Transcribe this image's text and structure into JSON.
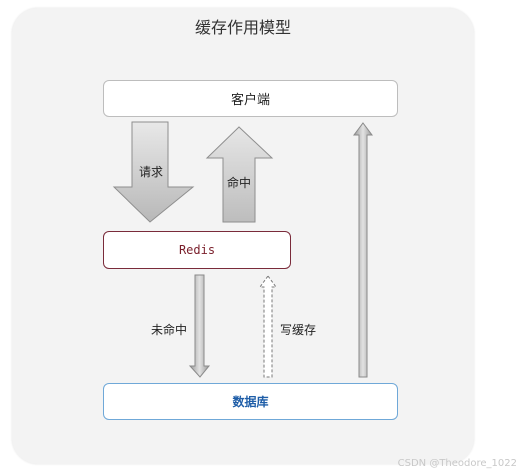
{
  "diagram": {
    "title": "缓存作用模型",
    "nodes": {
      "client": "客户端",
      "redis": "Redis",
      "database": "数据库"
    },
    "edges": {
      "request": "请求",
      "hit": "命中",
      "miss": "未命中",
      "write_cache": "写缓存"
    }
  },
  "watermark": "CSDN @Theodore_1022",
  "colors": {
    "panel_bg": "#f3f3f3",
    "arrow_fill": "#cfcfcf",
    "redis_border": "#7a2b3a",
    "db_border": "#6fa8d8",
    "db_text": "#1f5ea8"
  }
}
